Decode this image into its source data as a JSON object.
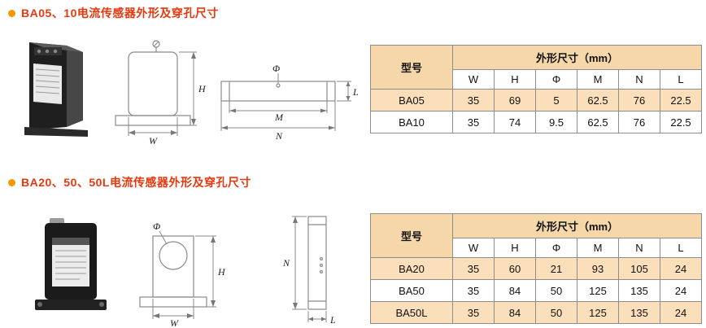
{
  "colors": {
    "bullet": "#f39800",
    "title_text": "#e8380d",
    "table_header_bg": "#f5d7a9",
    "row_highlight_bg": "#fbdfba",
    "table_border": "#8d8d8d"
  },
  "sections": [
    {
      "title": "BA05、10电流传感器外形及穿孔尺寸",
      "diagram_labels": {
        "phi": "Φ",
        "h": "H",
        "w": "W",
        "m": "M",
        "n": "N",
        "l": "L"
      },
      "table": {
        "model_header": "型号",
        "dim_header": "外形尺寸（mm）",
        "columns": [
          "W",
          "H",
          "Φ",
          "M",
          "N",
          "L"
        ],
        "rows": [
          {
            "model": "BA05",
            "values": [
              "35",
              "69",
              "5",
              "62.5",
              "76",
              "22.5"
            ]
          },
          {
            "model": "BA10",
            "values": [
              "35",
              "74",
              "9.5",
              "62.5",
              "76",
              "22.5"
            ]
          }
        ]
      }
    },
    {
      "title": "BA20、50、50L电流传感器外形及穿孔尺寸",
      "diagram_labels": {
        "phi": "Φ",
        "h": "H",
        "w": "W",
        "n": "N",
        "l": "L"
      },
      "table": {
        "model_header": "型号",
        "dim_header": "外形尺寸（mm）",
        "columns": [
          "W",
          "H",
          "Φ",
          "M",
          "N",
          "L"
        ],
        "rows": [
          {
            "model": "BA20",
            "values": [
              "35",
              "60",
              "21",
              "93",
              "105",
              "24"
            ]
          },
          {
            "model": "BA50",
            "values": [
              "35",
              "84",
              "50",
              "125",
              "135",
              "24"
            ]
          },
          {
            "model": "BA50L",
            "values": [
              "35",
              "84",
              "50",
              "125",
              "135",
              "24"
            ]
          }
        ]
      }
    }
  ]
}
